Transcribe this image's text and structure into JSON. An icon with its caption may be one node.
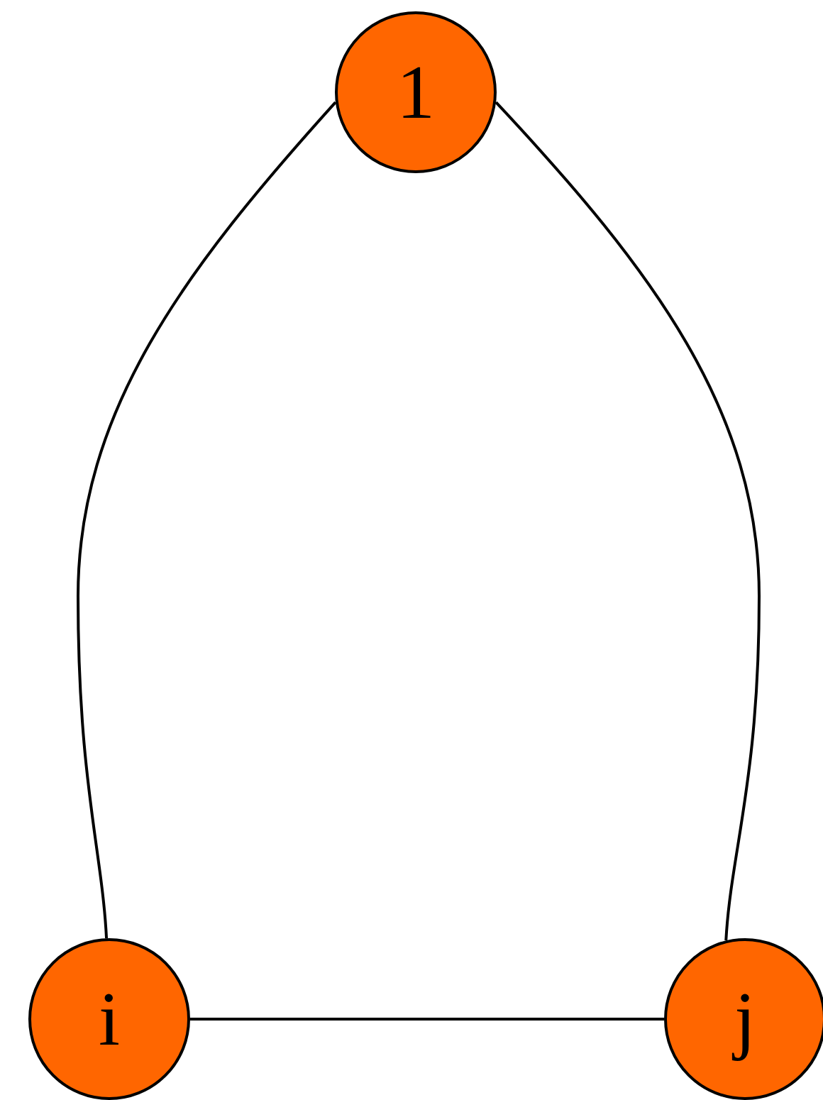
{
  "diagram": {
    "nodes": [
      {
        "text": [
          "1"
        ]
      },
      {
        "text": [
          "i"
        ]
      },
      {
        "text": [
          "j"
        ]
      }
    ],
    "edges": [
      {
        "from": 0,
        "to": 1,
        "arrow": "none"
      },
      {
        "from": 0,
        "to": 2,
        "arrow": "none"
      },
      {
        "from": 1,
        "to": 2,
        "arrow": "none"
      }
    ]
  }
}
